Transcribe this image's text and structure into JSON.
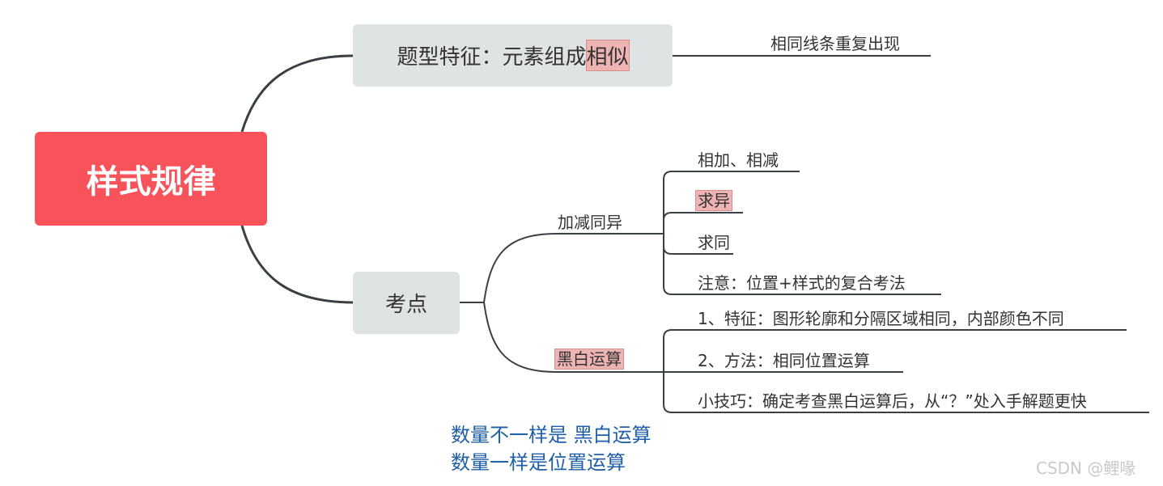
{
  "root": {
    "label": "样式规律"
  },
  "topic1": {
    "label_main": "题型特征：元素组成",
    "label_highlight": "相似",
    "child": "相同线条重复出现"
  },
  "topic2": {
    "label": "考点",
    "branch1": {
      "label": "加减同异",
      "children": [
        "相加、相减",
        "求异",
        "求同",
        "注意：位置+样式的复合考法"
      ]
    },
    "branch2": {
      "label": "黑白运算",
      "children": [
        "1、特征：图形轮廓和分隔区域相同，内部颜色不同",
        "2、方法：相同位置运算",
        "小技巧：确定考查黑白运算后，从“？”处入手解题更快"
      ]
    }
  },
  "notes": [
    "数量不一样是  黑白运算",
    "数量一样是位置运算"
  ],
  "watermark": "CSDN @鲤喙",
  "colors": {
    "root": "#f8525b",
    "topic_bg": "#dfe3e4",
    "highlight": "#eeb4b4",
    "line": "#333333",
    "note_text": "#1f5fa8"
  }
}
